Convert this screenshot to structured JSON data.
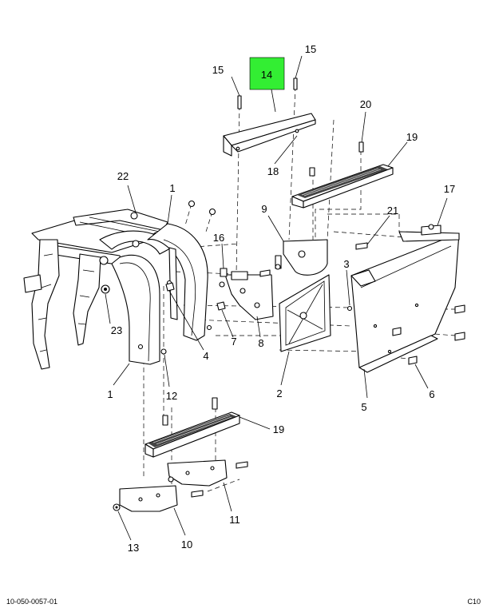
{
  "callouts": {
    "c1a": "1",
    "c1b": "1",
    "c2": "2",
    "c3": "3",
    "c4": "4",
    "c5": "5",
    "c6": "6",
    "c7": "7",
    "c8": "8",
    "c9": "9",
    "c10": "10",
    "c11": "11",
    "c12": "12",
    "c13": "13",
    "c14": "14",
    "c15a": "15",
    "c15b": "15",
    "c16": "16",
    "c17": "17",
    "c18": "18",
    "c19a": "19",
    "c19b": "19",
    "c20": "20",
    "c21": "21",
    "c22": "22",
    "c23": "23"
  },
  "highlight_color": "#33ee33",
  "footer": {
    "left": "10-050-0057-01",
    "right": "C10"
  }
}
